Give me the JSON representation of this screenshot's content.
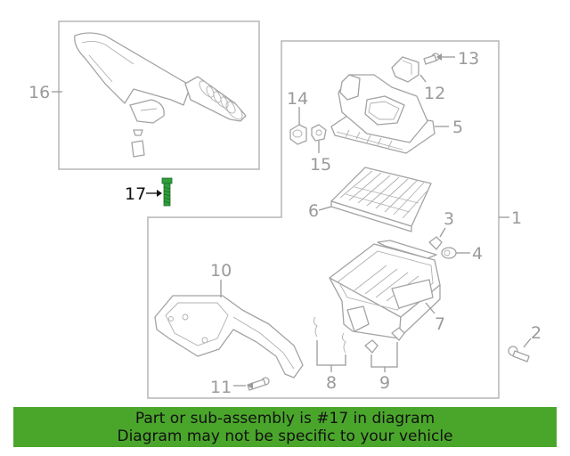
{
  "callouts": {
    "n1": "1",
    "n2": "2",
    "n3": "3",
    "n4": "4",
    "n5": "5",
    "n6": "6",
    "n7": "7",
    "n8": "8",
    "n9": "9",
    "n10": "10",
    "n11": "11",
    "n12": "12",
    "n13": "13",
    "n14": "14",
    "n15": "15",
    "n16": "16",
    "n17": "17"
  },
  "highlight": {
    "part": "17",
    "color": "#2e9e3a"
  },
  "banner": {
    "line1": "Part or sub-assembly is #17 in diagram",
    "line2": "Diagram may not be specific to your vehicle",
    "color": "#4aa62b"
  }
}
